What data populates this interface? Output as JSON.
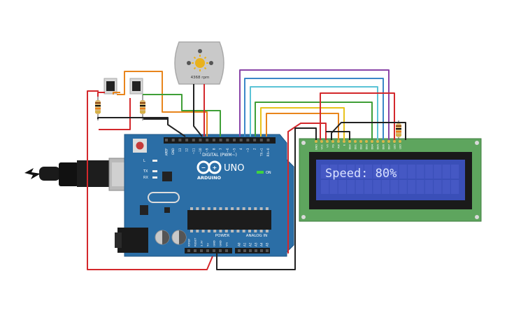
{
  "motor": {
    "rpm_label": "4368 rpm"
  },
  "arduino": {
    "brand": "ARDUINO",
    "model": "UNO",
    "digital_label": "DIGITAL (PWM~)",
    "power_label": "POWER",
    "analog_label": "ANALOG IN",
    "on_label": "ON",
    "led_labels": [
      "L",
      "TX",
      "RX"
    ],
    "digital_pins": [
      "AREF",
      "GND",
      "13",
      "12",
      "~11",
      "~10",
      "~9",
      "8",
      "7",
      "~6",
      "~5",
      "4",
      "~3",
      "2",
      "TX→1",
      "RX←0"
    ],
    "power_pins": [
      "IOREF",
      "RESET",
      "3.3V",
      "5V",
      "GND",
      "GND",
      "Vin"
    ],
    "analog_pins": [
      "A0",
      "A1",
      "A2",
      "A3",
      "A4",
      "A5"
    ]
  },
  "lcd": {
    "display_text": "Speed: 80%",
    "pin_labels": [
      "GND",
      "VCC",
      "V0",
      "RS",
      "RW",
      "E",
      "DB0",
      "DB1",
      "DB2",
      "DB3",
      "DB4",
      "DB5",
      "DB6",
      "DB7",
      "LED",
      "LED"
    ]
  },
  "colors": {
    "board": "#2b6ea6",
    "lcd_pcb": "#5ea55e",
    "lcd_screen": "#3a4fb8",
    "wire_red": "#d3282c",
    "wire_black": "#222222",
    "wire_orange": "#e8851c",
    "wire_green": "#3f9f37",
    "wire_yellow": "#e8c21c",
    "wire_purple": "#8a45a8",
    "wire_blue": "#3b87c8",
    "wire_cyan": "#5bc3d6"
  }
}
